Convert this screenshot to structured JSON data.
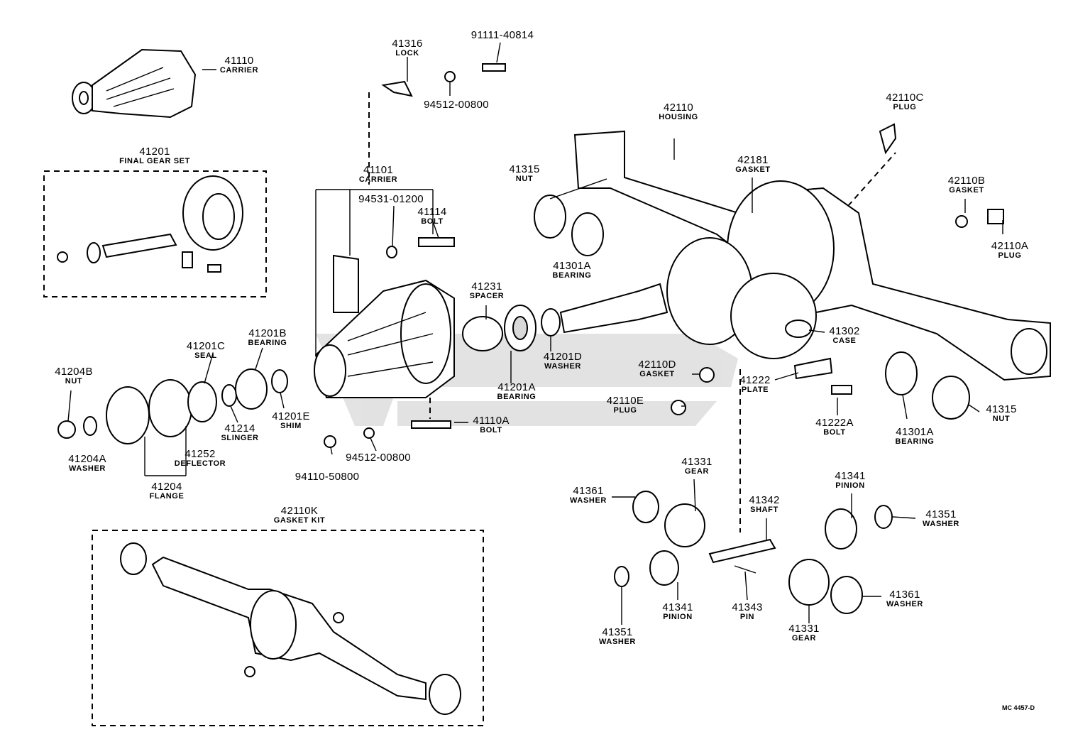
{
  "parts": [
    {
      "id": "p01",
      "number": "41110",
      "name": "CARRIER"
    },
    {
      "id": "p02",
      "number": "41316",
      "name": "LOCK"
    },
    {
      "id": "p03",
      "number": "91111-40814",
      "name": ""
    },
    {
      "id": "p04",
      "number": "94512-00800",
      "name": ""
    },
    {
      "id": "p05",
      "number": "41201",
      "name": "FINAL GEAR SET"
    },
    {
      "id": "p06",
      "number": "41101",
      "name": "CARRIER"
    },
    {
      "id": "p07",
      "number": "94531-01200",
      "name": ""
    },
    {
      "id": "p08",
      "number": "41114",
      "name": "BOLT"
    },
    {
      "id": "p09",
      "number": "41315",
      "name": "NUT"
    },
    {
      "id": "p10",
      "number": "41301A",
      "name": "BEARING"
    },
    {
      "id": "p11",
      "number": "42110",
      "name": "HOUSING"
    },
    {
      "id": "p12",
      "number": "42181",
      "name": "GASKET"
    },
    {
      "id": "p13",
      "number": "42110C",
      "name": "PLUG"
    },
    {
      "id": "p14",
      "number": "42110B",
      "name": "GASKET"
    },
    {
      "id": "p15",
      "number": "42110A",
      "name": "PLUG"
    },
    {
      "id": "p16",
      "number": "41231",
      "name": "SPACER"
    },
    {
      "id": "p17",
      "number": "41201B",
      "name": "BEARING"
    },
    {
      "id": "p18",
      "number": "41201C",
      "name": "SEAL"
    },
    {
      "id": "p19",
      "number": "41204B",
      "name": "NUT"
    },
    {
      "id": "p20",
      "number": "41201D",
      "name": "WASHER"
    },
    {
      "id": "p21",
      "number": "41201A",
      "name": "BEARING"
    },
    {
      "id": "p22",
      "number": "41302",
      "name": "CASE"
    },
    {
      "id": "p23",
      "number": "42110D",
      "name": "GASKET"
    },
    {
      "id": "p24",
      "number": "41222",
      "name": "PLATE"
    },
    {
      "id": "p25",
      "number": "42110E",
      "name": "PLUG"
    },
    {
      "id": "p26",
      "number": "41110A",
      "name": "BOLT"
    },
    {
      "id": "p27",
      "number": "41214",
      "name": "SLINGER"
    },
    {
      "id": "p28",
      "number": "41201E",
      "name": "SHIM"
    },
    {
      "id": "p29",
      "number": "41204A",
      "name": "WASHER"
    },
    {
      "id": "p30",
      "number": "41252",
      "name": "DEFLECTOR"
    },
    {
      "id": "p31",
      "number": "41204",
      "name": "FLANGE"
    },
    {
      "id": "p32",
      "number": "94110-50800",
      "name": ""
    },
    {
      "id": "p33",
      "number": "94512-00800",
      "name": ""
    },
    {
      "id": "p34",
      "number": "41222A",
      "name": "BOLT"
    },
    {
      "id": "p35",
      "number": "41301A",
      "name": "BEARING"
    },
    {
      "id": "p36",
      "number": "41315",
      "name": "NUT"
    },
    {
      "id": "p37",
      "number": "41331",
      "name": "GEAR"
    },
    {
      "id": "p38",
      "number": "41361",
      "name": "WASHER"
    },
    {
      "id": "p39",
      "number": "41342",
      "name": "SHAFT"
    },
    {
      "id": "p40",
      "number": "41341",
      "name": "PINION"
    },
    {
      "id": "p41",
      "number": "41351",
      "name": "WASHER"
    },
    {
      "id": "p42",
      "number": "42110K",
      "name": "GASKET KIT"
    },
    {
      "id": "p43",
      "number": "41341",
      "name": "PINION"
    },
    {
      "id": "p44",
      "number": "41343",
      "name": "PIN"
    },
    {
      "id": "p45",
      "number": "41361",
      "name": "WASHER"
    },
    {
      "id": "p46",
      "number": "41351",
      "name": "WASHER"
    },
    {
      "id": "p47",
      "number": "41331",
      "name": "GEAR"
    }
  ],
  "reference_code": "MC 4457-D"
}
